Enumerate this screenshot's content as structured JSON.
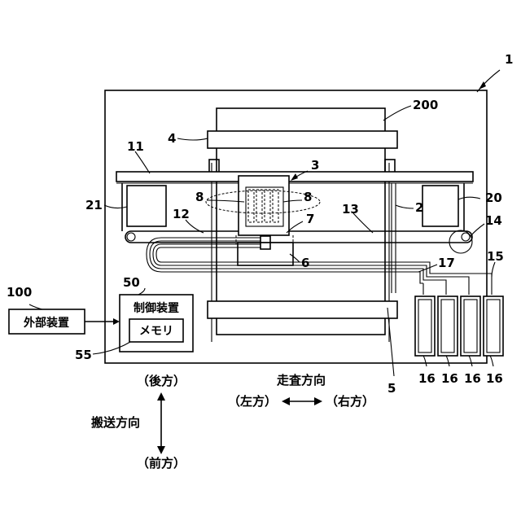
{
  "labels": {
    "printer": "1",
    "medium": "200",
    "platen_support": "4",
    "guide_rail": "11",
    "carriage_unit": "3",
    "heads_left": "8",
    "heads_right": "8",
    "maintenance_left": "21",
    "maintenance_right": "20",
    "rail_2": "2",
    "rail_12": "12",
    "rail_13": "13",
    "item_7": "7",
    "belt_pulley": "14",
    "carriage_body": "6",
    "ink_tube": "17",
    "tube_end": "15",
    "platen_lower": "5",
    "controller_ref": "50",
    "memory_ref": "55",
    "external_ref": "100",
    "cartridge_1": "16",
    "cartridge_2": "16",
    "cartridge_3": "16",
    "cartridge_4": "16"
  },
  "boxes": {
    "external_device": "外部装置",
    "controller": "制御装置",
    "memory": "メモリ"
  },
  "directions": {
    "back": "（後方）",
    "front": "（前方）",
    "transport": "搬送方向",
    "scan": "走査方向",
    "left": "（左方）",
    "right": "（右方）"
  }
}
